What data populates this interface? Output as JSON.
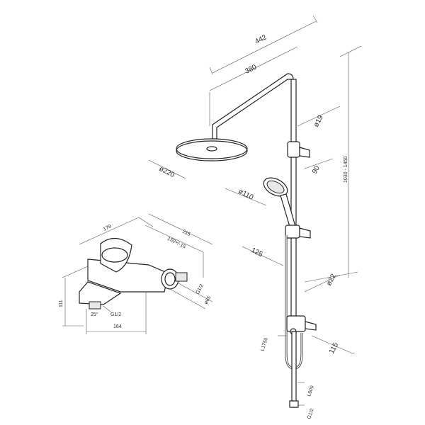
{
  "dimensions": {
    "overall_width": "442",
    "head_arm_reach": "380",
    "pipe_diameter": "ø19",
    "head_diameter": "ø220",
    "hand_shower_diameter": "ø110",
    "holder_depth": "90",
    "height_range": "1030 - 1450",
    "bar_offset": "125",
    "bar_diameter": "ø22",
    "diverter_offset": "115",
    "hose_length_main": "L1750",
    "hose_length_short": "L600",
    "connection_thread": "G1/2",
    "mixer_depth": "179",
    "mixer_length": "215",
    "mixer_center_range": "150+/-15",
    "mixer_height": "111",
    "mixer_base": "164",
    "spout_angle": "25°",
    "spout_thread": "G1/2",
    "inlet_thread": "G1/2",
    "escutcheon_diameter": "ø65"
  }
}
